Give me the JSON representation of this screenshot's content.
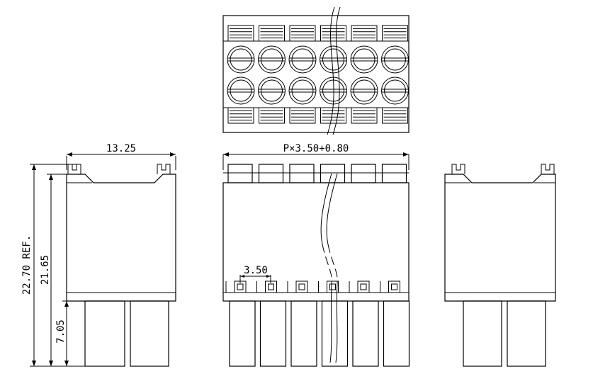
{
  "dimensions": {
    "width_13_25": "13.25",
    "pitch_formula": "P×3.50+0.80",
    "height_ref": "22.70 REF.",
    "height_21_65": "21.65",
    "height_7_05": "7.05",
    "pitch_3_50": "3.50"
  },
  "views": {
    "top_pin_count_visible": 6,
    "front_pin_count_visible": 6
  },
  "colors": {
    "line": "#000000",
    "background": "#ffffff"
  }
}
